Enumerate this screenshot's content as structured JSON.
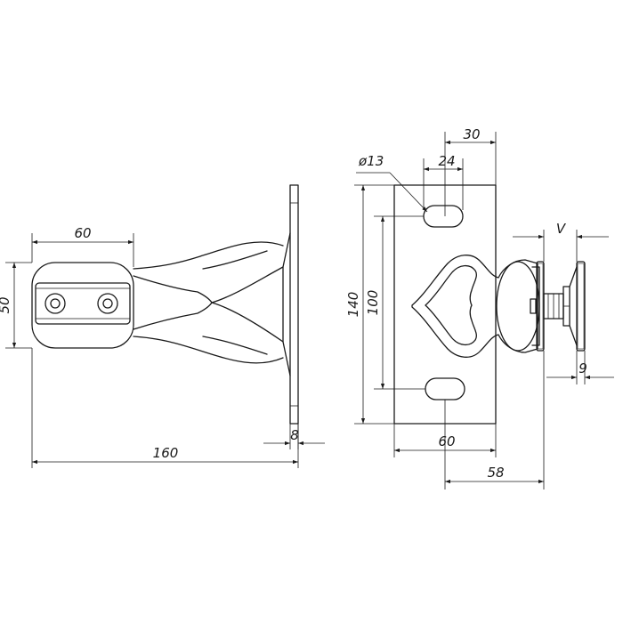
{
  "dimensions": {
    "side_view": {
      "pad_width": "60",
      "pad_height": "50",
      "total_length": "160",
      "plate_thickness": "8"
    },
    "front_view": {
      "slot_diameter": "ø13",
      "slot_width": "24",
      "slot_offset": "30",
      "plate_height": "140",
      "hole_spacing": "100",
      "plate_width": "60",
      "projection": "58",
      "adjust_range": "V",
      "knob_thickness": "9"
    }
  },
  "colors": {
    "line": "#1a1a1a",
    "background": "#ffffff"
  }
}
